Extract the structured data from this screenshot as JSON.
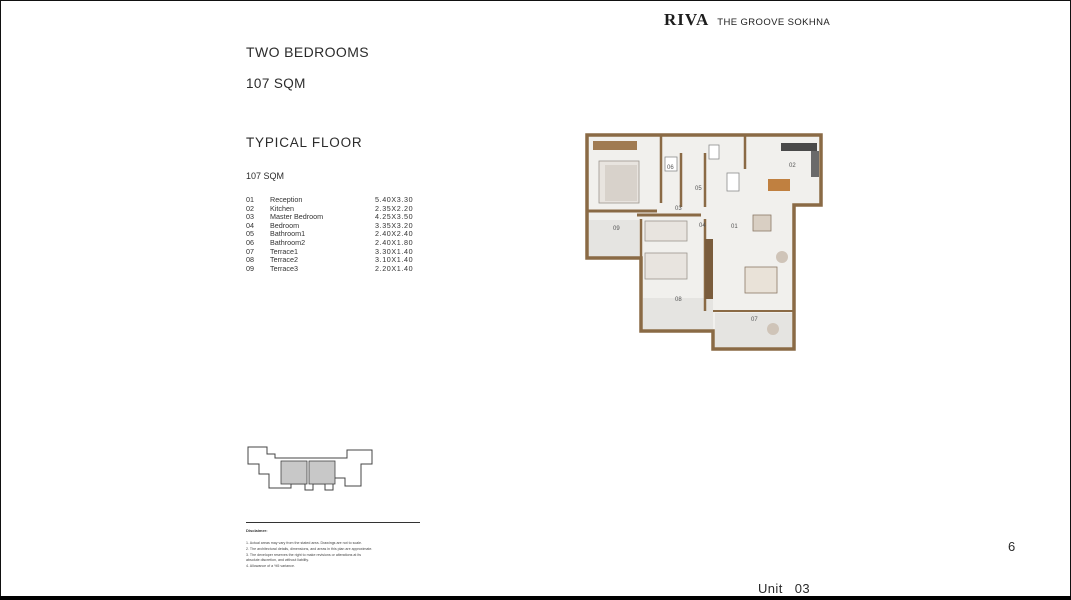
{
  "brand": {
    "logo": "RIVA",
    "project": "THE GROOVE SOKHNA"
  },
  "unit_type": "TWO BEDROOMS",
  "unit_area": "107 SQM",
  "floor": {
    "title": "TYPICAL  FLOOR",
    "area": "107 SQM"
  },
  "rooms": [
    {
      "num": "01",
      "name": "Reception",
      "dim": "5.40X3.30"
    },
    {
      "num": "02",
      "name": "Kitchen",
      "dim": "2.35X2.20"
    },
    {
      "num": "03",
      "name": "Master Bedroom",
      "dim": "4.25X3.50"
    },
    {
      "num": "04",
      "name": "Bedroom",
      "dim": "3.35X3.20"
    },
    {
      "num": "05",
      "name": "Bathroom1",
      "dim": "2.40X2.40"
    },
    {
      "num": "06",
      "name": "Bathroom2",
      "dim": "2.40X1.80"
    },
    {
      "num": "07",
      "name": "Terrace1",
      "dim": "3.30X1.40"
    },
    {
      "num": "08",
      "name": "Terrace2",
      "dim": "3.10X1.40"
    },
    {
      "num": "09",
      "name": "Terrace3",
      "dim": "2.20X1.40"
    }
  ],
  "plan_labels": {
    "r01": "01",
    "r02": "02",
    "r03": "03",
    "r04": "04",
    "r05": "05",
    "r06": "06",
    "r07": "07",
    "r08": "08",
    "r09": "09"
  },
  "disclaimer": {
    "title": "Disclaimer:",
    "items": [
      "1. Actual areas may vary from the stated area. Drawings are not to scale.",
      "2. The architectural details, dimensions, and areas in this plan are approximate.",
      "3. The developer reserves the right to make revisions or alterations at its",
      "absolute discretion, and without liability.",
      "4. Allowance of a %5 variance."
    ]
  },
  "page_number": "6",
  "unit": {
    "label": "Unit",
    "number": "03"
  },
  "colors": {
    "wall": "#8a6a45",
    "wood": "#a07b52",
    "floor": "#f1f0ed",
    "terrace": "#e6e5e2"
  }
}
